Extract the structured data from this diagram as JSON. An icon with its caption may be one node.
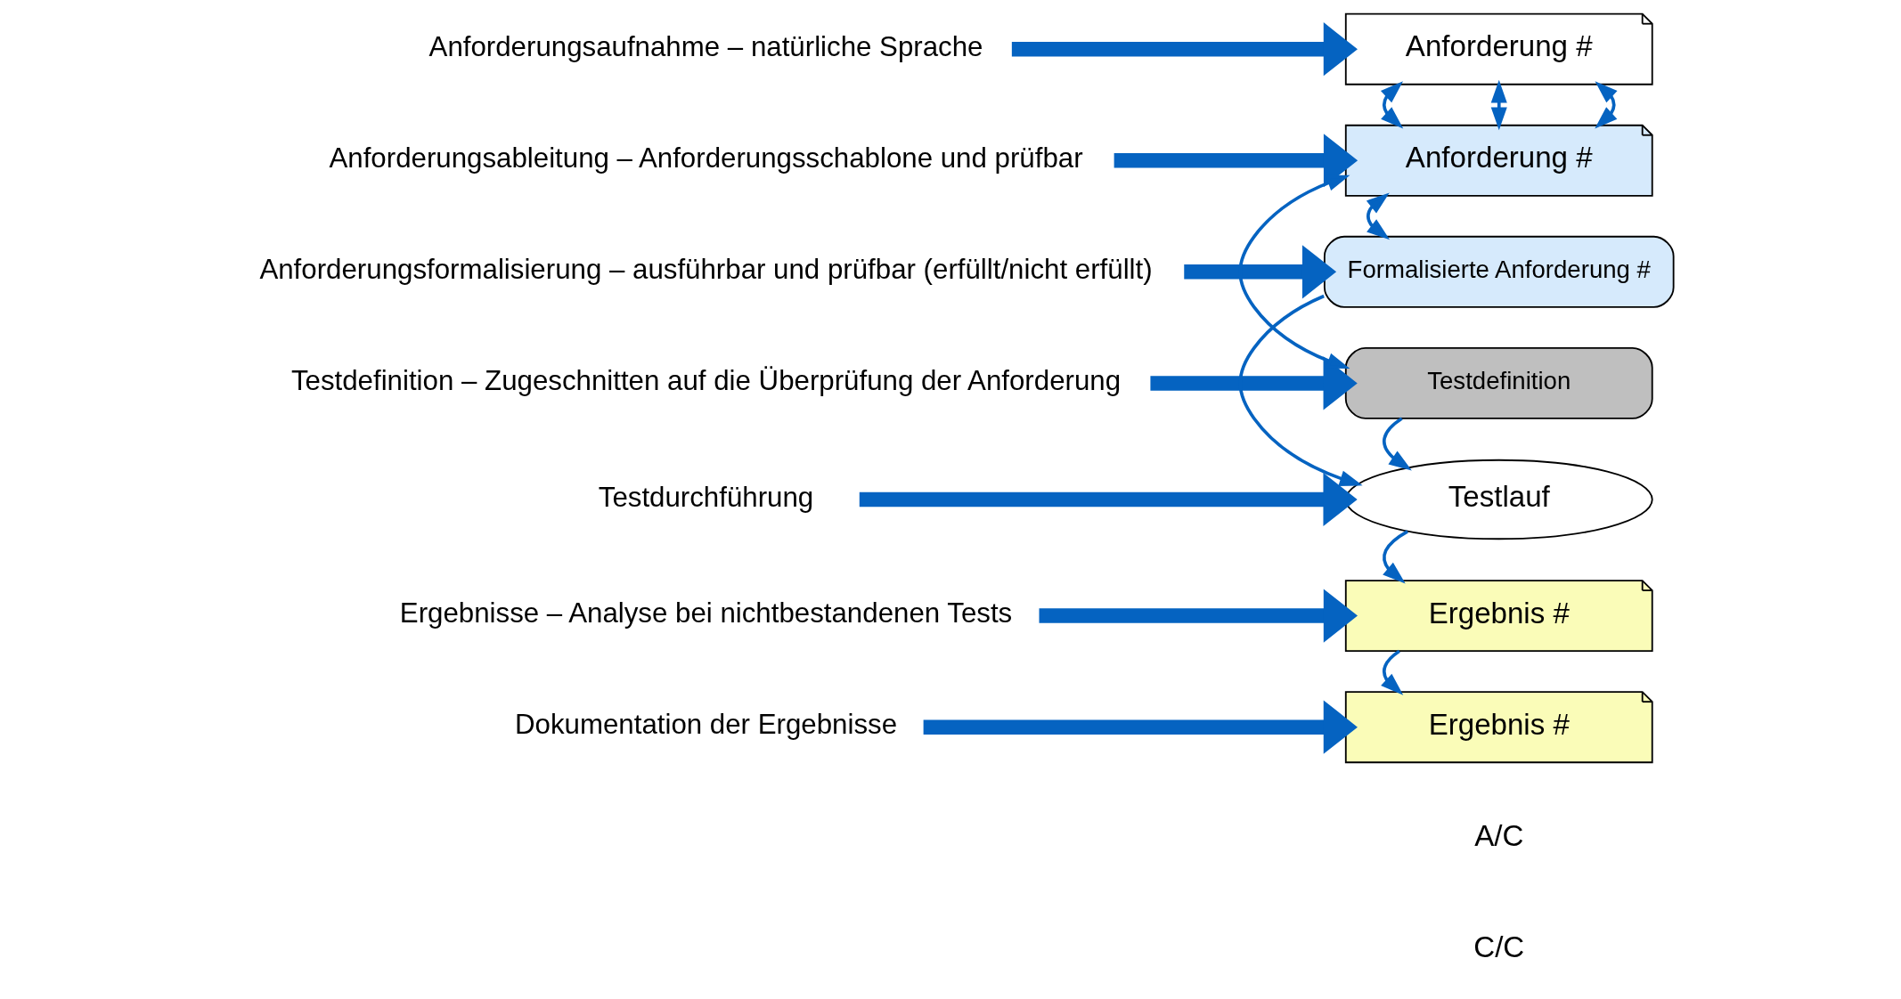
{
  "diagram": {
    "nodes": [
      {
        "text": [
          "Anforderungsaufnahme – natürliche Sprache"
        ]
      },
      {
        "text": [
          "Anforderungsableitung – Anforderungsschablone und prüfbar"
        ]
      },
      {
        "text": [
          "Anforderungsformalisierung – ausführbar und prüfbar (erfüllt/nicht erfüllt)"
        ]
      },
      {
        "text": [
          "Testdefinition – Zugeschnitten auf die Überprüfung der Anforderung"
        ]
      },
      {
        "text": [
          "Testdurchführung"
        ]
      },
      {
        "text": [
          "Ergebnisse – Analyse bei nichtbestandenen Tests"
        ]
      },
      {
        "text": [
          "Dokumentation der Ergebnisse"
        ]
      },
      {
        "text": [
          "Anforderung #"
        ]
      },
      {
        "text": [
          "Anforderung #"
        ]
      },
      {
        "text": [
          "Formalisierte Anforderung #"
        ]
      },
      {
        "text": [
          "Testdefinition"
        ]
      },
      {
        "text": [
          "Testlauf"
        ]
      },
      {
        "text": [
          "Ergebnis #"
        ]
      },
      {
        "text": [
          "Ergebnis #"
        ]
      }
    ],
    "edges": [
      {
        "from": 0,
        "to": 7,
        "arrow": "to",
        "style": "thick"
      },
      {
        "from": 1,
        "to": 8,
        "arrow": "to",
        "style": "thick"
      },
      {
        "from": 2,
        "to": 9,
        "arrow": "to",
        "style": "thick"
      },
      {
        "from": 3,
        "to": 10,
        "arrow": "to",
        "style": "thick"
      },
      {
        "from": 4,
        "to": 11,
        "arrow": "to",
        "style": "thick"
      },
      {
        "from": 5,
        "to": 12,
        "arrow": "to",
        "style": "thick"
      },
      {
        "from": 6,
        "to": 13,
        "arrow": "to",
        "style": "thick"
      },
      {
        "from": 7,
        "to": 8,
        "arrow": "both"
      },
      {
        "from": 7,
        "to": 8,
        "arrow": "both"
      },
      {
        "from": 7,
        "to": 8,
        "arrow": "both"
      },
      {
        "from": 8,
        "to": 9,
        "arrow": "both"
      },
      {
        "from": 8,
        "to": 10,
        "arrow": "both"
      },
      {
        "from": 9,
        "to": 11,
        "arrow": "to"
      },
      {
        "from": 10,
        "to": 11,
        "arrow": "to"
      },
      {
        "from": 11,
        "to": 12,
        "arrow": "to"
      },
      {
        "from": 12,
        "to": 13,
        "arrow": "to"
      }
    ],
    "labels": [
      "C/C",
      "A/C"
    ]
  }
}
